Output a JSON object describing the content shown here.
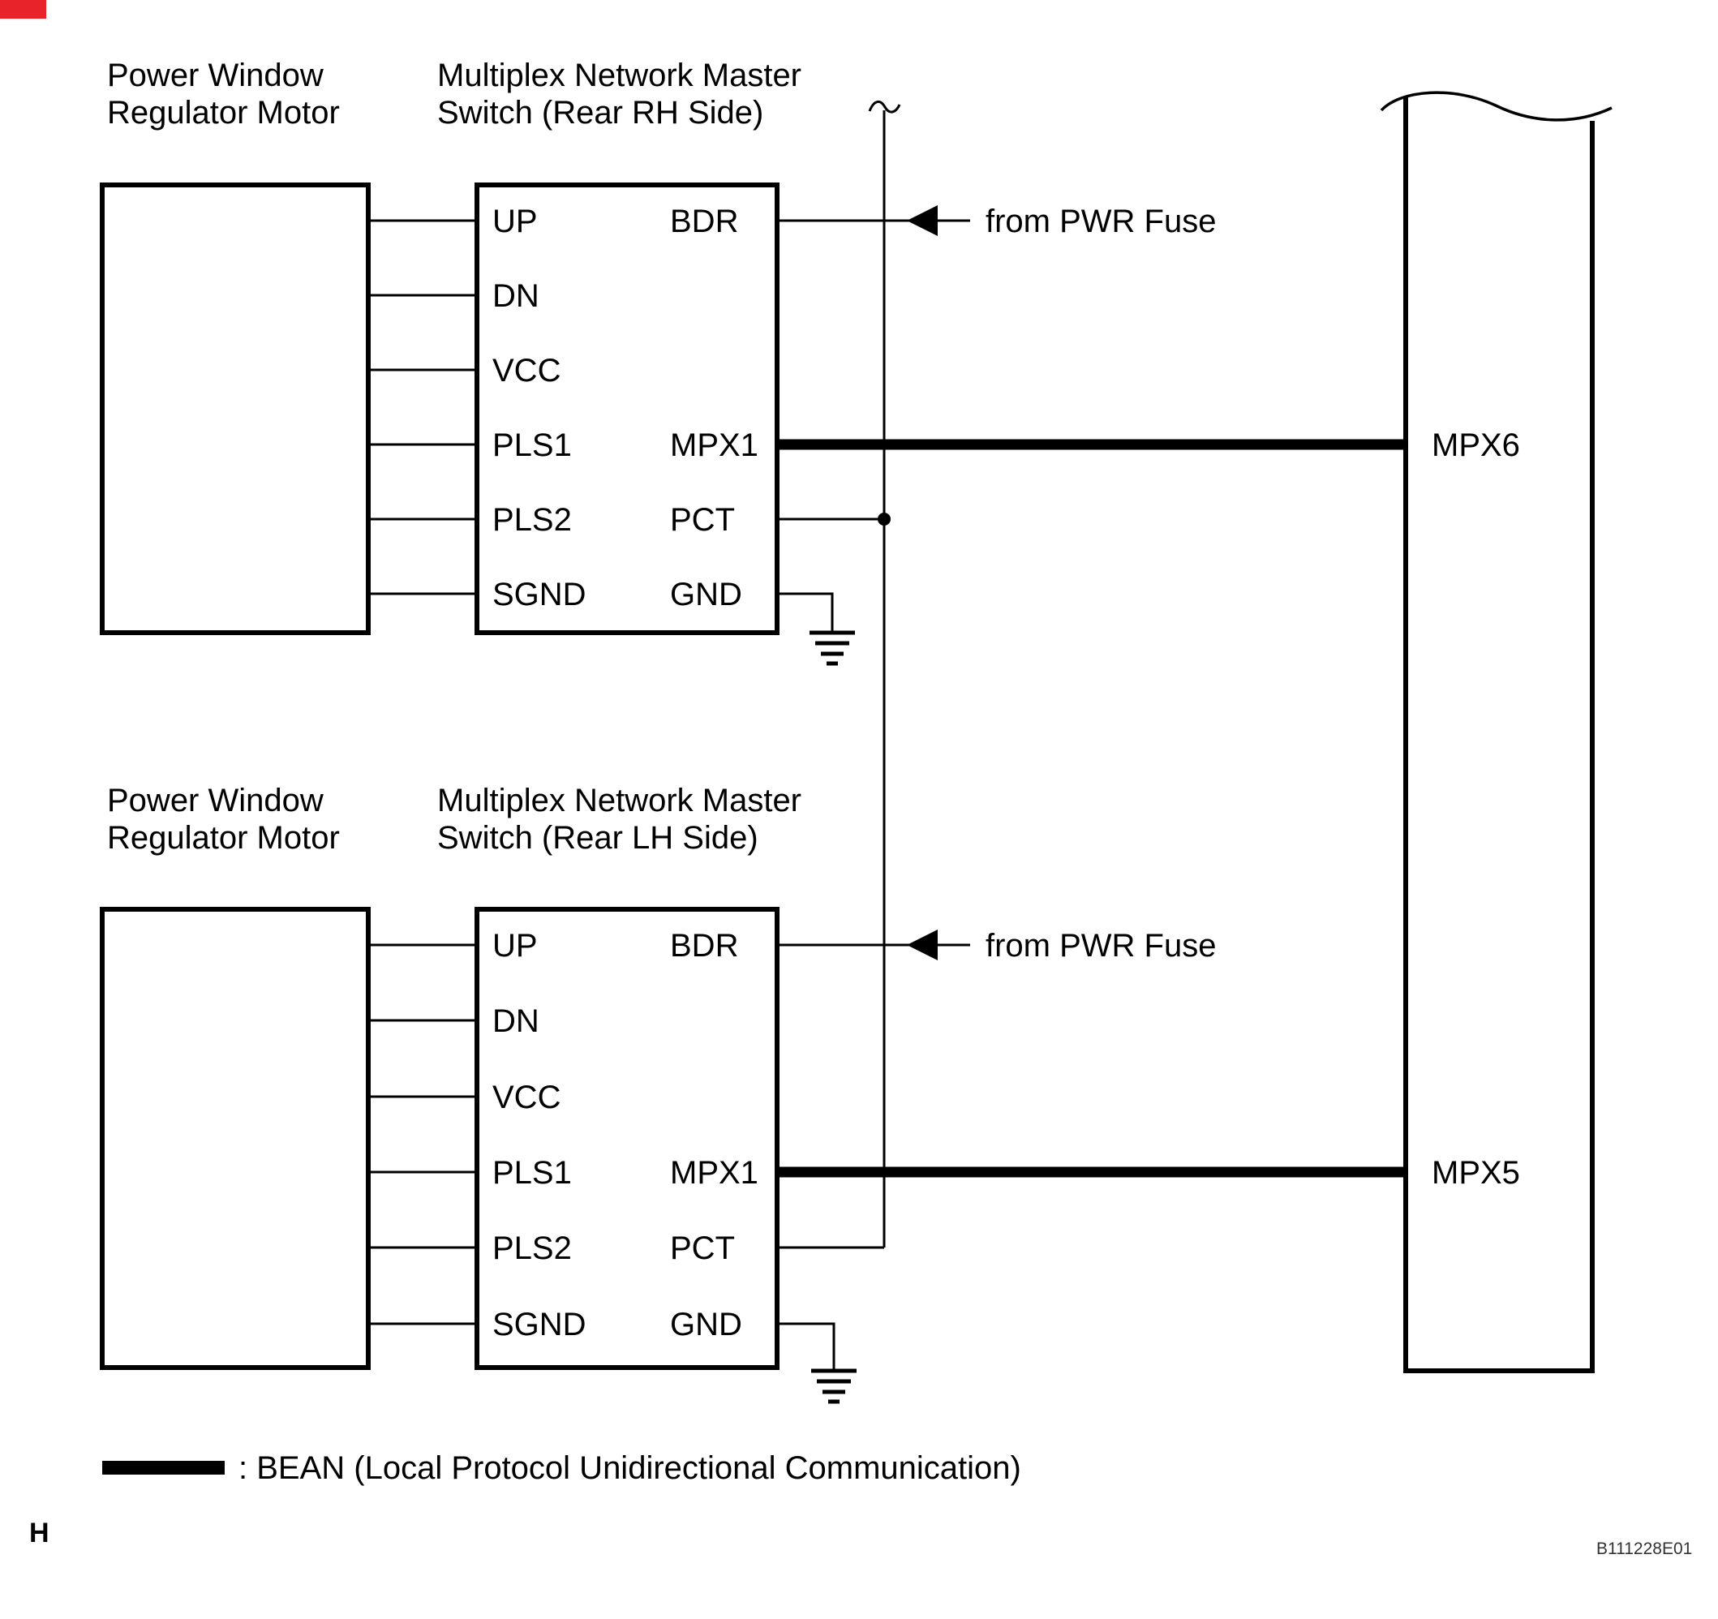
{
  "page": {
    "page_marker": "H",
    "figure_code": "B111228E01",
    "colors": {
      "ink": "#000000",
      "background": "#ffffff",
      "corner_marker": "#e8232a"
    }
  },
  "legend": {
    "label": ": BEAN (Local Protocol Unidirectional Communication)"
  },
  "sections": [
    {
      "motor_label_line1": "Power Window",
      "motor_label_line2": "Regulator Motor",
      "switch_label_line1": "Multiplex Network Master",
      "switch_label_line2": "Switch (Rear RH Side)",
      "left_pins": [
        "UP",
        "DN",
        "VCC",
        "PLS1",
        "PLS2",
        "SGND"
      ],
      "right_pins": [
        "BDR",
        "MPX1",
        "PCT",
        "GND"
      ],
      "fuse_note": "from PWR Fuse",
      "bus_label": "MPX6"
    },
    {
      "motor_label_line1": "Power Window",
      "motor_label_line2": "Regulator Motor",
      "switch_label_line1": "Multiplex Network Master",
      "switch_label_line2": "Switch (Rear LH Side)",
      "left_pins": [
        "UP",
        "DN",
        "VCC",
        "PLS1",
        "PLS2",
        "SGND"
      ],
      "right_pins": [
        "BDR",
        "MPX1",
        "PCT",
        "GND"
      ],
      "fuse_note": "from PWR Fuse",
      "bus_label": "MPX5"
    }
  ]
}
